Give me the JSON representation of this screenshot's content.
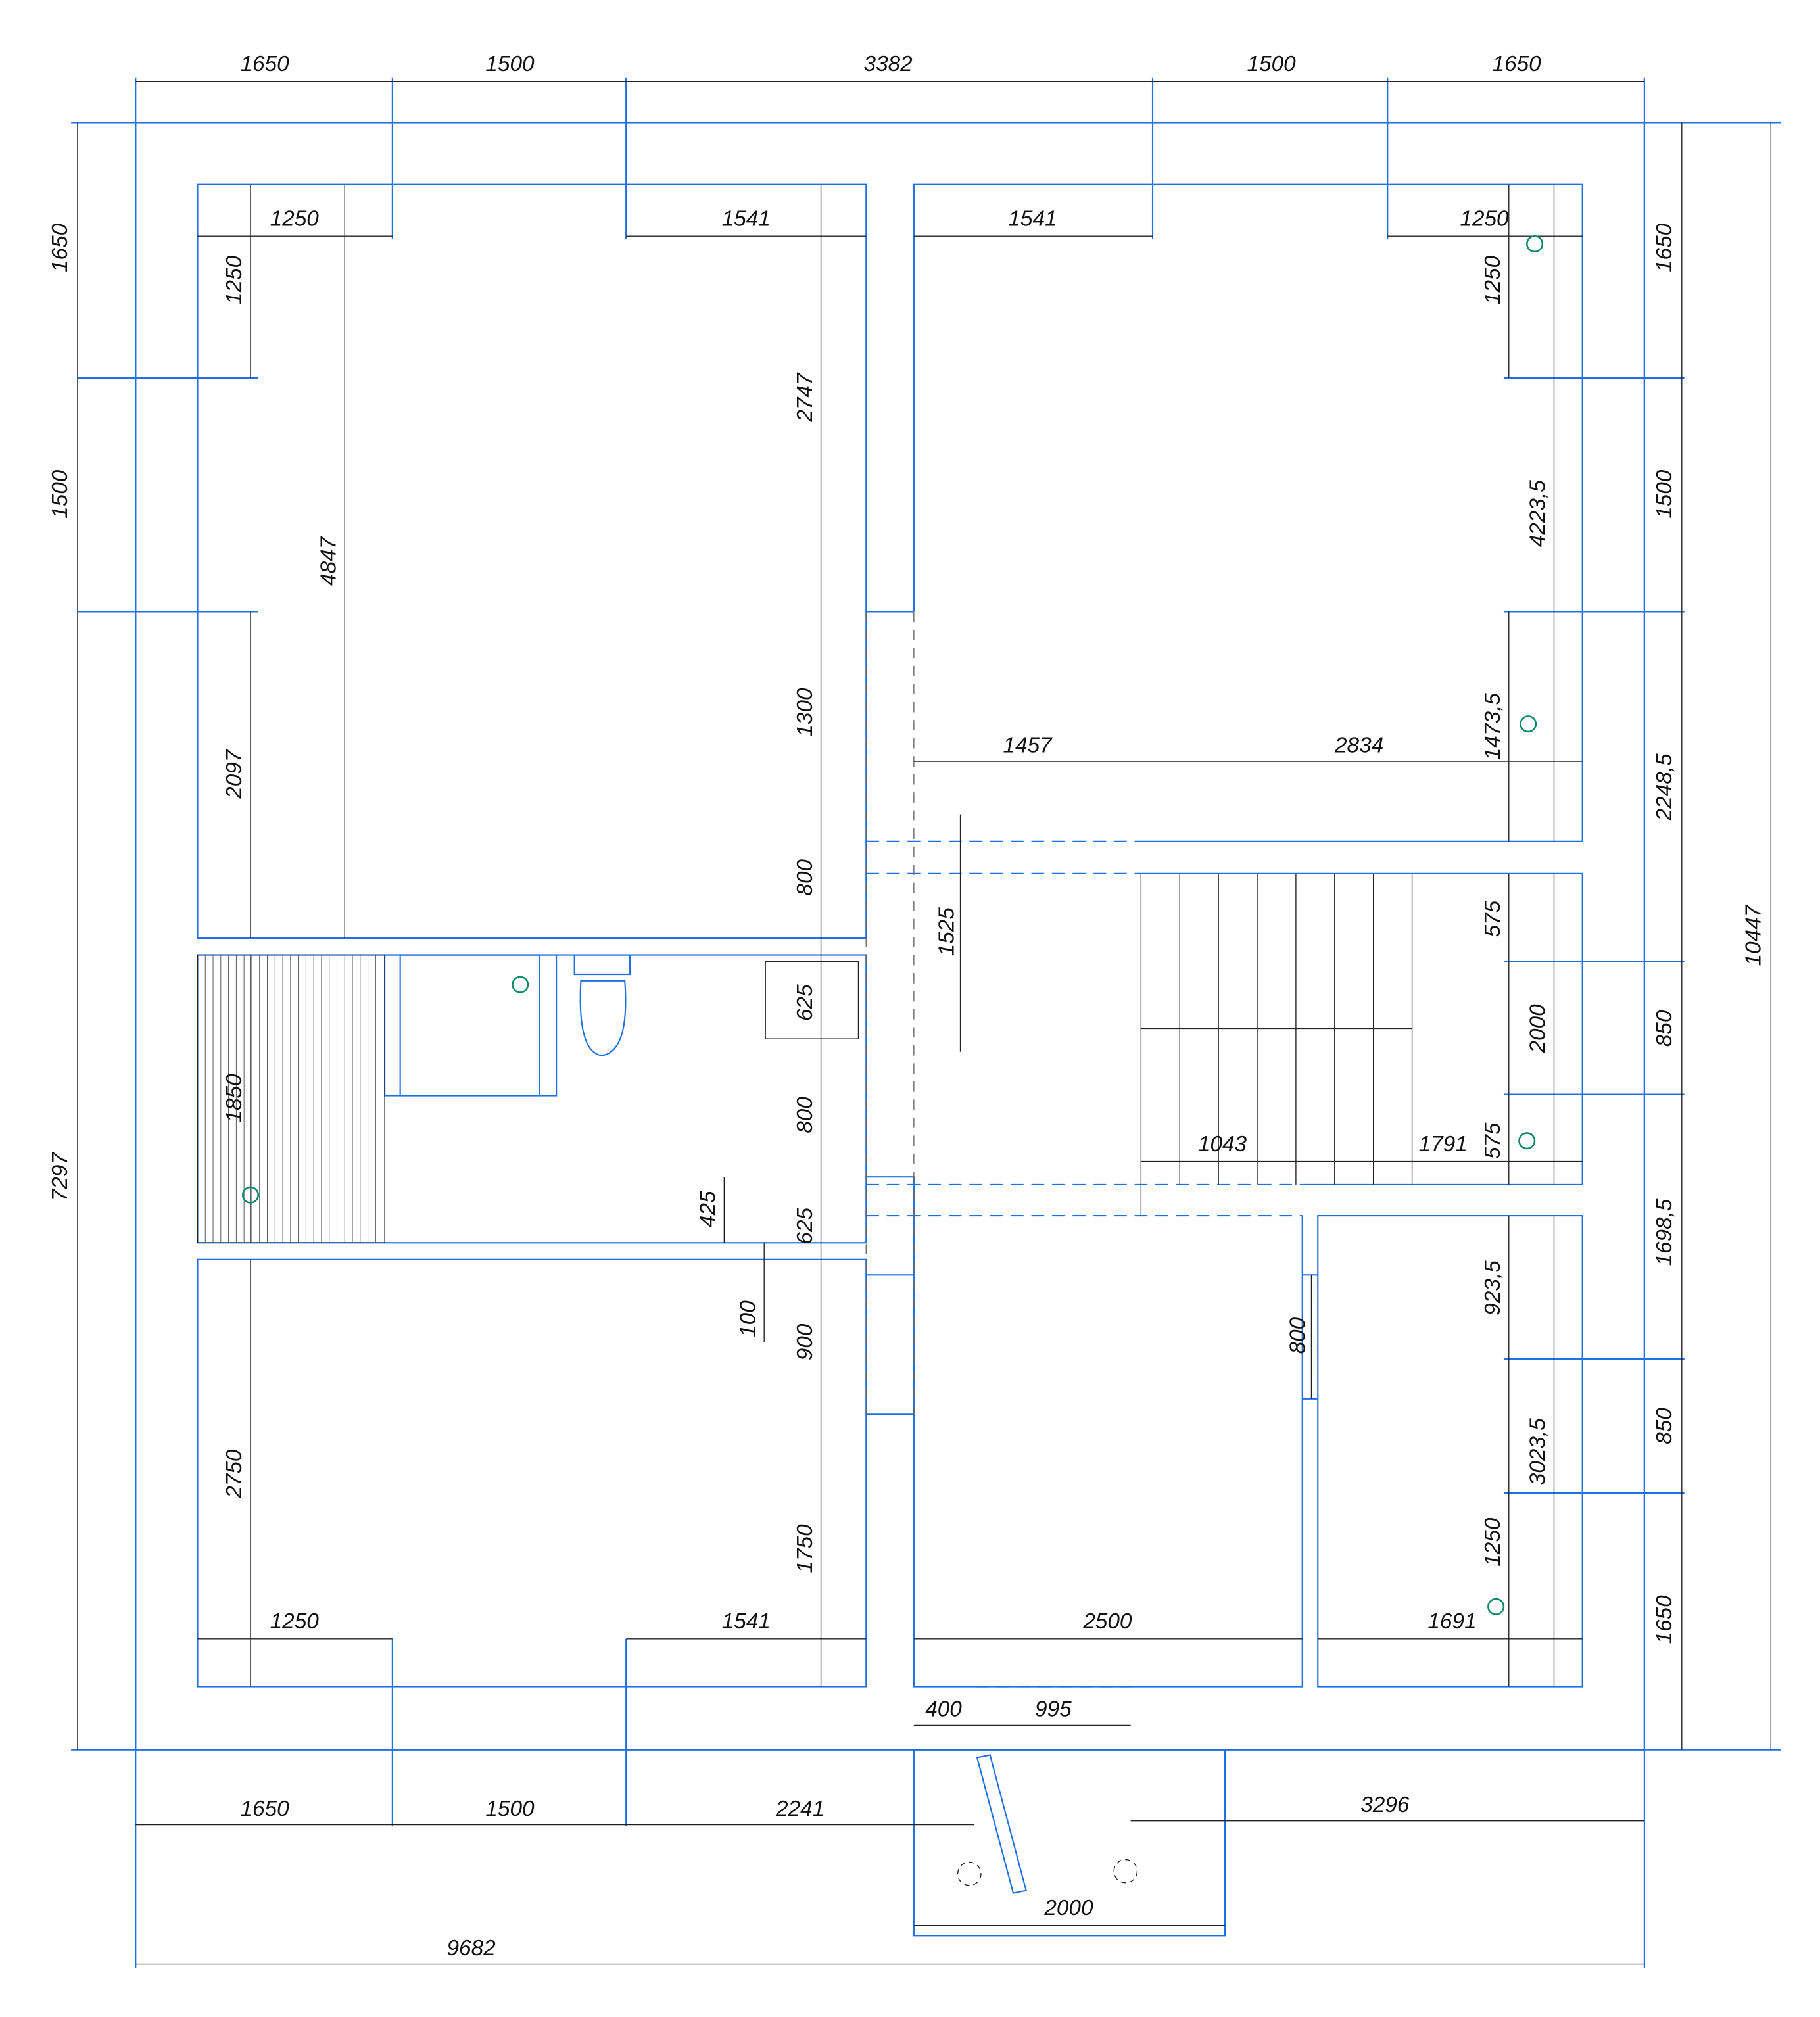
{
  "colors": {
    "wall": "#1f6fe5",
    "dimension": "#222222",
    "marker": "#0a8a6a"
  },
  "dims": {
    "top": [
      "1650",
      "1500",
      "3382",
      "1500",
      "1650"
    ],
    "left": [
      "1650",
      "1500",
      "7297"
    ],
    "right": [
      "1650",
      "1500",
      "2248,5",
      "850",
      "1698,5",
      "850",
      "1650",
      "10447"
    ],
    "room_tl": [
      "1250",
      "1541",
      "1250",
      "4847",
      "2747",
      "2097",
      "1300",
      "800"
    ],
    "room_tr": [
      "1541",
      "1250",
      "1250",
      "4223,5",
      "1473,5",
      "1457",
      "2834"
    ],
    "middle": [
      "1525",
      "625",
      "1850",
      "800",
      "425",
      "625",
      "100",
      "900",
      "575",
      "2000",
      "575",
      "1043",
      "1791"
    ],
    "room_bl": [
      "2750",
      "1750",
      "1250",
      "1541"
    ],
    "center": [
      "800",
      "2500"
    ],
    "room_br": [
      "923,5",
      "3023,5",
      "1250",
      "1691"
    ],
    "entrance": [
      "400",
      "995",
      "2000"
    ],
    "bottom": [
      "1650",
      "1500",
      "2241",
      "3296",
      "9682"
    ]
  }
}
